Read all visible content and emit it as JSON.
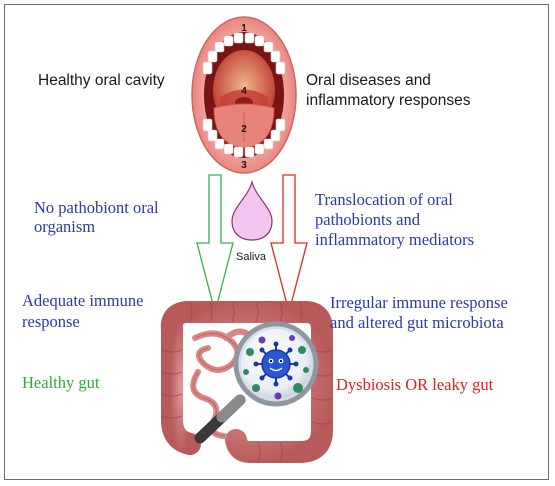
{
  "left_top_label": "Healthy oral cavity",
  "right_top_label": [
    "Oral diseases and",
    "inflammatory responses"
  ],
  "mouth_numbers": [
    "1",
    "2",
    "3",
    "4"
  ],
  "left_mid_label": [
    "No pathobiont oral",
    "organism"
  ],
  "right_mid_label": [
    "Translocation of oral",
    "pathobionts and",
    "inflammatory mediators"
  ],
  "saliva_label": "Saliva",
  "left_low_label": [
    "Adequate immune",
    "response"
  ],
  "right_low_label": [
    "Irregular immune response",
    "and altered gut microbiota"
  ],
  "left_bottom_label": "Healthy gut",
  "right_bottom_label": "Dysbiosis OR leaky gut",
  "colors": {
    "healthy_arrow": "#35b24a",
    "disease_arrow": "#e3261f",
    "body_text_blue": "#2b3aa8",
    "saliva": "#f4c6ef"
  }
}
